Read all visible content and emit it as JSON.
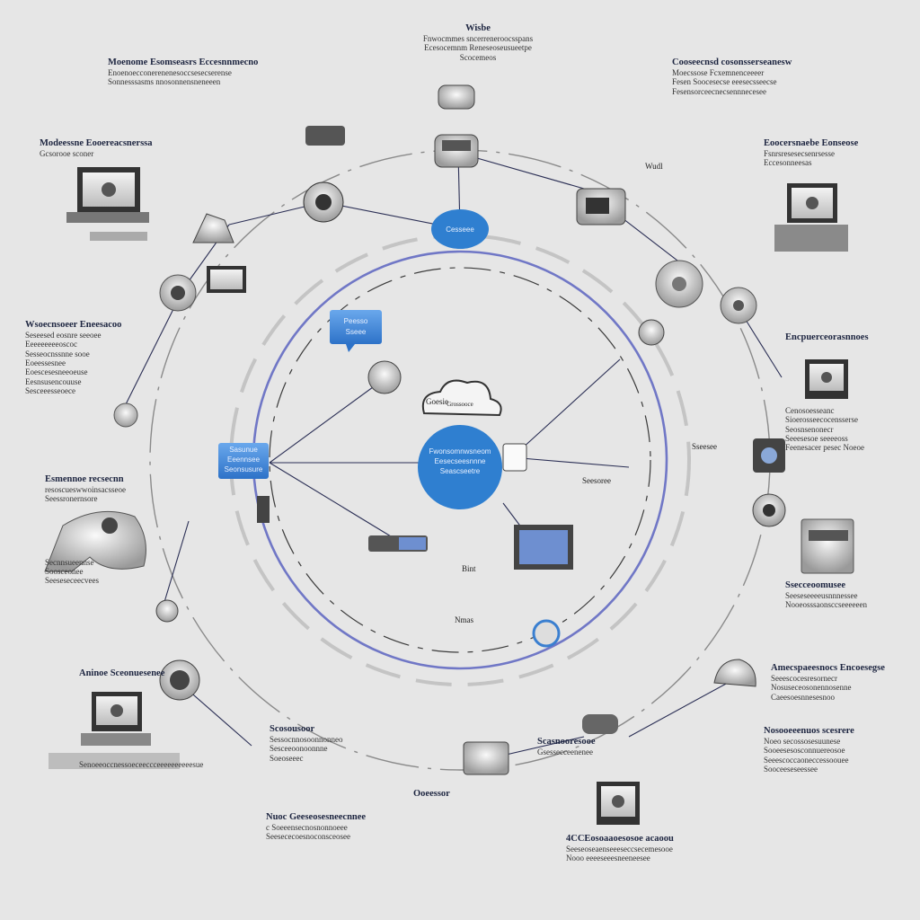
{
  "title": "Wisbe",
  "title_lines": [
    "Fnwocmmes sncerreneroocsspans",
    "Ecesocemnm Reneseoseusueetpe",
    "Scocemeos"
  ],
  "hubs": {
    "top": "Cesseee",
    "center_cloud": "Grossooce",
    "center_core": [
      "Fwonsomnwsneom",
      "Eesecseesnnne",
      "Seascseetre"
    ],
    "left_box": [
      "Sasunue",
      "Eeennsee",
      "Seonsusure"
    ],
    "inner_box": [
      "Peesso",
      "Sseee"
    ]
  },
  "captions": [
    {
      "id": "top-left",
      "title": "Moenome Esomseasrs Eccesnnmecno",
      "lines": [
        "Enoenoecconerenenesoccsesecserense",
        "Sonnesssasms nnosonnensneneeen"
      ]
    },
    {
      "id": "top-right",
      "title": "Cooseecnsd cosonsserseanesw",
      "lines": [
        "Moecssose Fcxemnenceeeer",
        "Fesen Soocesecse eeesecsseecse",
        "Fesensorceecnecsennnecesee"
      ]
    },
    {
      "id": "left-upper",
      "title": "Modeessne Eooereacsnerssa",
      "lines": [
        "Gcsorooe sconer"
      ]
    },
    {
      "id": "right-upper",
      "title": "Eoocersnaebe Eonseose",
      "lines": [
        "Fsnrsresesecsenrsesse",
        "Eccesonneesas"
      ]
    },
    {
      "id": "left-mid",
      "title": "Wsoecnsoeer Eneesacoo",
      "lines": [
        "Seseesed eosnre seeoee",
        "Eeeeeeeeeoscoc",
        "Sesseocnssnne sooe",
        "Eoeessesnee",
        "Eoescesesneeoeuse",
        "Eesnsusencouuse",
        "Sesceeesseoece"
      ]
    },
    {
      "id": "right-mid",
      "title": "Encpuerceorasnnoes",
      "lines": [
        "Cenosoesseanc",
        "Sioerosseecocensserse",
        "Seosnsenonecr",
        "Seeesesoe seeeeoss",
        "Feenesacer pesec Noeoe"
      ]
    },
    {
      "id": "left-lower",
      "title": "Esmennoe recsecnn",
      "lines": [
        "resoscueswwoinsacsseoe",
        "Seessronernsore",
        "Secnnsueennse",
        "Soosceonee",
        "Seeseseceecvees"
      ]
    },
    {
      "id": "right-lower",
      "title": "Ssecceoomusee",
      "lines": [
        "Seeseseeeeusnnnessee",
        "Nooeosssaonsccseeeeeen"
      ]
    },
    {
      "id": "bottom-left",
      "title": "Aninoe Sceonuesenee",
      "lines": [
        "Senoeeoccnessoeceeccceeeeeeeeeesue"
      ]
    },
    {
      "id": "bottom-right-upper",
      "title": "Amecspaeesnocs Encoesegse",
      "lines": [
        "Seeescocesresornecr",
        "Nosuseceosonennosenne",
        "Caeesoesnnesesnoo"
      ]
    },
    {
      "id": "bottom-right",
      "title": "Nosooeeenuos scesrere",
      "lines": [
        "Noeo secossosesuunese",
        "Sooeesesosconnuereosoe",
        "Seeescoccaoneccessoouee",
        "Sooceeseseessee"
      ]
    },
    {
      "id": "bottom-center-left",
      "title": "Scosousoor",
      "lines": [
        "Sessocnnosoonnonneo",
        "Sesceeoonoonnne",
        "Soeoseeec"
      ]
    },
    {
      "id": "bottom-center",
      "title": "Nuoc Geeseosesneecnnee",
      "lines": [
        "c Soeeensecnosnonnoeee",
        "Seesececoesnoconsceosee"
      ]
    },
    {
      "id": "bottom-mid",
      "title": "Ooeessor",
      "lines": []
    },
    {
      "id": "bottom-right-small",
      "title": "Scasnooresooe",
      "lines": [
        "Gsessecceenenee"
      ]
    },
    {
      "id": "bottom-far",
      "title": "4CCEosoaaoesosoe acaoou",
      "lines": [
        "Seeseoseaenseeeseccsecemesooe",
        "Nooo eeeeseeesneeneesee"
      ]
    }
  ],
  "inline_labels": {
    "wudl": "Wudl",
    "bint": "Bint",
    "nmas": "Nmas",
    "gsoee": "Goesie",
    "sseeoe": "Sseesee",
    "snn": "Seesoree"
  },
  "colors": {
    "background": "#e6e6e6",
    "hub_blue": "#2f7fd0",
    "hub_blue_light": "#5a9be0",
    "ring": "#5b63c0",
    "line": "#2b2f55"
  }
}
